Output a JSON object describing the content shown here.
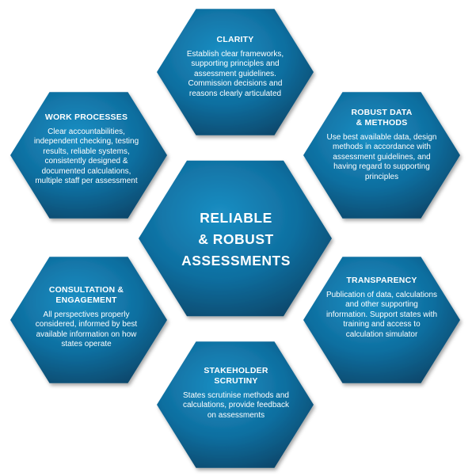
{
  "diagram": {
    "center": {
      "title": "RELIABLE\n& ROBUST\nASSESSMENTS"
    },
    "clarity": {
      "title": "CLARITY",
      "body": "Establish clear frameworks, supporting principles and assessment guidelines. Commission decisions and reasons clearly articulated"
    },
    "robust_data": {
      "title": "ROBUST  DATA\n& METHODS",
      "body": "Use best available data, design methods in accordance with assessment guidelines, and having regard to supporting principles"
    },
    "transparency": {
      "title": "TRANSPARENCY",
      "body": "Publication of data, calculations and other supporting information. Support states with training and access to calculation simulator"
    },
    "stakeholder": {
      "title": "STAKEHOLDER\nSCRUTINY",
      "body": "States scrutinise methods and calculations, provide feedback on assessments"
    },
    "consultation": {
      "title": "CONSULTATION &\nENGAGEMENT",
      "body": "All perspectives properly considered, informed by best available information on how states operate"
    },
    "work_processes": {
      "title": "WORK PROCESSES",
      "body": "Clear accountabilities, independent checking, testing results, reliable systems, consistently designed & documented calculations, multiple staff per assessment"
    },
    "colors": {
      "hex_light": "#1b8fc4",
      "hex_mid": "#0f6e9f",
      "hex_dark": "#064466",
      "text": "#ffffff"
    }
  }
}
